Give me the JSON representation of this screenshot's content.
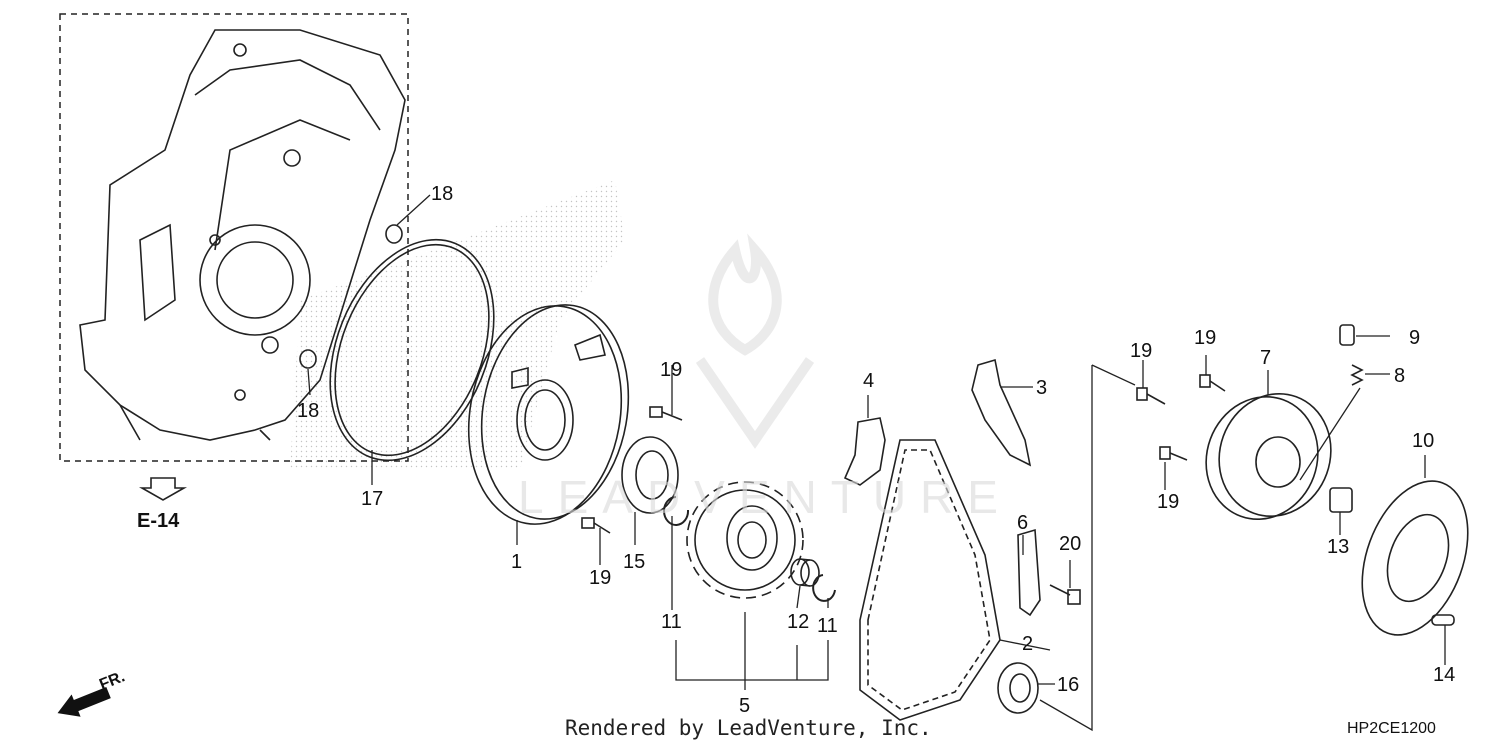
{
  "diagram": {
    "reference_label": "E-14",
    "front_label": "FR.",
    "credit": "Rendered by LeadVenture, Inc.",
    "drawing_code": "HP2CE1200",
    "watermark_text": "LEADVENTURE",
    "colors": {
      "ink": "#111111",
      "stipple": "#c8c8c8",
      "watermark": "#d9d9d9"
    },
    "callouts": {
      "c1": "1",
      "c2": "2",
      "c3": "3",
      "c4": "4",
      "c5": "5",
      "c6": "6",
      "c7": "7",
      "c8": "8",
      "c9": "9",
      "c10": "10",
      "c11a": "11",
      "c11b": "11",
      "c12": "12",
      "c13": "13",
      "c14": "14",
      "c15": "15",
      "c16": "16",
      "c17": "17",
      "c18a": "18",
      "c18b": "18",
      "c19a": "19",
      "c19b": "19",
      "c19c": "19",
      "c19d": "19",
      "c19e": "19",
      "c20": "20"
    }
  }
}
